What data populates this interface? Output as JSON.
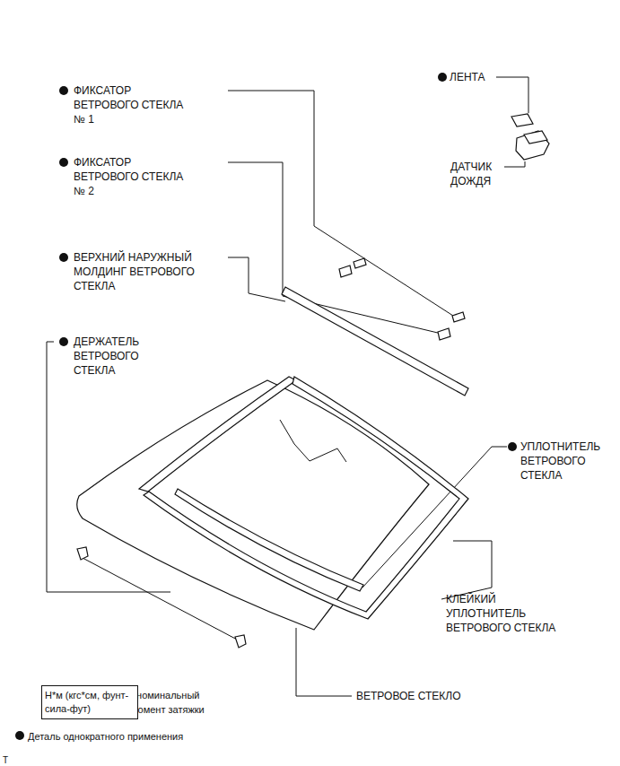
{
  "diagram": {
    "nodes": [
      {
        "text": [
          "Н*м (кгс*см, фунт-сила-фут)"
        ]
      }
    ],
    "labels": [
      "ФИКСАТОР ВЕТРОВОГО СТЕКЛА № 1",
      "ФИКСАТОР ВЕТРОВОГО СТЕКЛА № 2",
      "ВЕРХНИЙ НАРУЖНЫЙ МОЛДИНГ ВЕТРОВОГО СТЕКЛА",
      "ДЕРЖАТЕЛЬ ВЕТРОВОГО СТЕКЛА",
      "ЛЕНТА",
      "ДАТЧИК ДОЖДЯ",
      "УПЛОТНИТЕЛЬ ВЕТРОВОГО СТЕКЛА",
      "КЛЕЙКИЙ УПЛОТНИТЕЛЬ ВЕТРОВОГО СТЕКЛА",
      "ВЕТРОВОЕ СТЕКЛО",
      ": номинальный момент затяжки",
      "Деталь однократного применения",
      "T"
    ]
  }
}
